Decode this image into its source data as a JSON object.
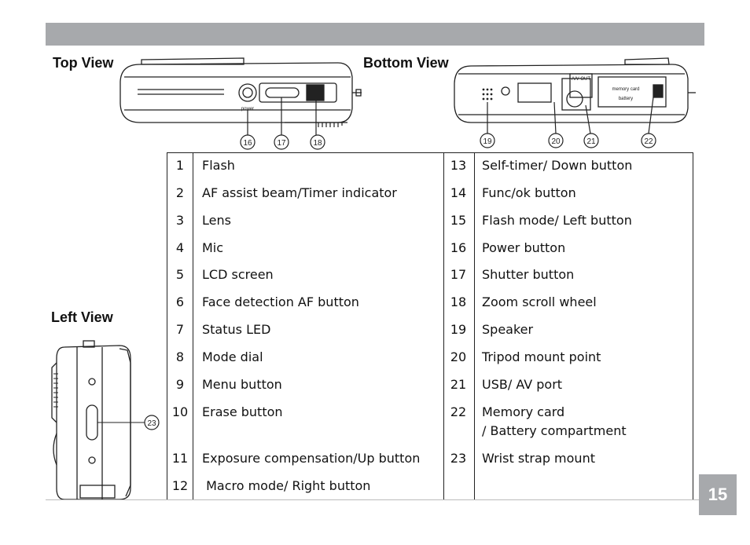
{
  "header": {
    "bar_color": "#a7a9ac"
  },
  "views": {
    "top": "Top View",
    "bottom": "Bottom View",
    "left": "Left View"
  },
  "camera_labels": {
    "power": "power",
    "av_out": "A/V OUT",
    "memory_card": "memory card",
    "battery": "battery"
  },
  "callouts": [
    "16",
    "17",
    "18",
    "19",
    "20",
    "21",
    "22",
    "23"
  ],
  "parts": {
    "left": [
      {
        "num": "1",
        "text": "Flash"
      },
      {
        "num": "2",
        "text": "AF assist beam/Timer indicator"
      },
      {
        "num": "3",
        "text": "Lens"
      },
      {
        "num": "4",
        "text": "Mic"
      },
      {
        "num": "5",
        "text": "LCD screen"
      },
      {
        "num": "6",
        "text": "Face detection AF button"
      },
      {
        "num": "7",
        "text": "Status LED"
      },
      {
        "num": "8",
        "text": "Mode dial"
      },
      {
        "num": "9",
        "text": "Menu button"
      },
      {
        "num": "10",
        "text": "Erase button"
      },
      {
        "num": "11",
        "text": "Exposure compensation/Up button"
      },
      {
        "num": "12",
        "text": " Macro mode/ Right button"
      }
    ],
    "right": [
      {
        "num": "13",
        "text": "Self-timer/ Down button"
      },
      {
        "num": "14",
        "text": "Func/ok button"
      },
      {
        "num": "15",
        "text": "Flash mode/ Left button"
      },
      {
        "num": "16",
        "text": "Power button"
      },
      {
        "num": "17",
        "text": "Shutter button"
      },
      {
        "num": "18",
        "text": "Zoom scroll wheel"
      },
      {
        "num": "19",
        "text": "Speaker"
      },
      {
        "num": "20",
        "text": "Tripod mount point"
      },
      {
        "num": "21",
        "text": "USB/ AV port"
      },
      {
        "num": "22",
        "text": "Memory card"
      },
      {
        "num": "",
        "text": "/ Battery compartment"
      },
      {
        "num": "23",
        "text": "Wrist strap mount"
      }
    ]
  },
  "page_number": "15"
}
